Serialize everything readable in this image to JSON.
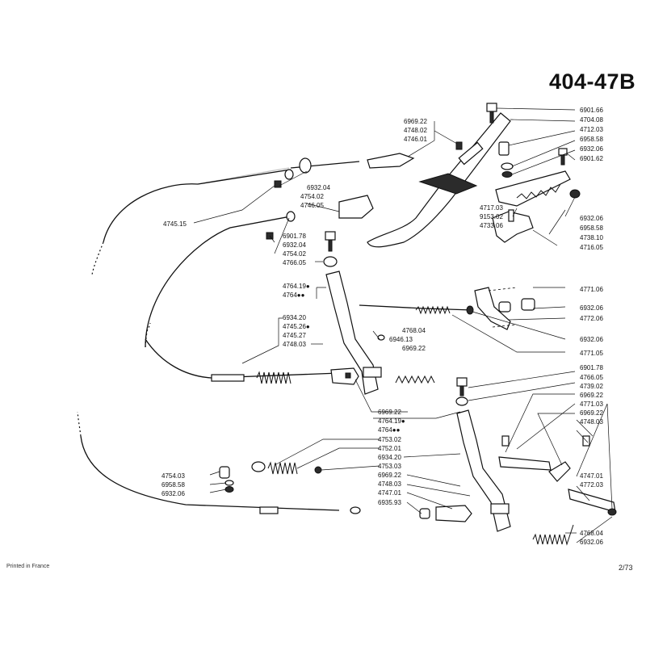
{
  "header": {
    "title": "404-47B"
  },
  "footer": {
    "left": "Printed in France",
    "right": "2/73"
  },
  "parts": [
    "6901.66",
    "4704.08",
    "4712.03",
    "6958.58",
    "6932.06",
    "6901.62",
    "6969.22",
    "4748.02",
    "4746.01",
    "6932.04",
    "4754.02",
    "4746.05",
    "4745.15",
    "4717.03",
    "9153.02",
    "4733.06",
    "6932.06",
    "6958.58",
    "4738.10",
    "4716.05",
    "6901.78",
    "6932.04",
    "4754.02",
    "4766.05",
    "4764.19●",
    "4764●●",
    "4771.06",
    "6932.06",
    "4772.06",
    "6934.20",
    "4745.26●",
    "4745.27",
    "4748.03",
    "4768.04",
    "6946.13",
    "6969.22",
    "6932.06",
    "4771.05",
    "6901.78",
    "4766.05",
    "4739.02",
    "6969.22",
    "4771.03",
    "6969.22",
    "4748.03",
    "6969.22",
    "4764.19●",
    "4764●●",
    "4753.02",
    "4752.01",
    "6934.20",
    "4753.03",
    "4754.03",
    "6958.58",
    "6932.06",
    "6969.22",
    "4748.03",
    "4747.01",
    "6935.93",
    "4747.01",
    "4772.03",
    "4768.04",
    "6932.06"
  ]
}
